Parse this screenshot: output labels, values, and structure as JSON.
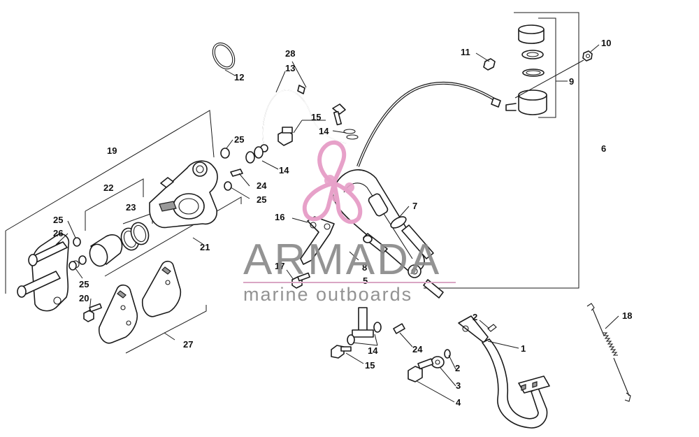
{
  "watermark": {
    "title": "ARMADA",
    "subtitle": "marine outboards",
    "logo_icon": "propeller-logo-icon",
    "colors": {
      "text": "#8a8a8a",
      "logo": "#e7a1c9",
      "rule": "#d9a6c4"
    }
  },
  "callouts": {
    "c1": "1",
    "c2a": "2",
    "c2b": "2",
    "c3": "3",
    "c4": "4",
    "c5": "5",
    "c6": "6",
    "c7": "7",
    "c8": "8",
    "c9": "9",
    "c10": "10",
    "c11": "11",
    "c12": "12",
    "c13": "13",
    "c14a": "14",
    "c14b": "14",
    "c14c": "14",
    "c15a": "15",
    "c15b": "15",
    "c16": "16",
    "c17": "17",
    "c18": "18",
    "c19": "19",
    "c20": "20",
    "c21": "21",
    "c22": "22",
    "c23": "23",
    "c24a": "24",
    "c24b": "24",
    "c25a": "25",
    "c25b": "25",
    "c25c": "25",
    "c25d": "25",
    "c26": "26",
    "c27": "27",
    "c28": "28"
  }
}
